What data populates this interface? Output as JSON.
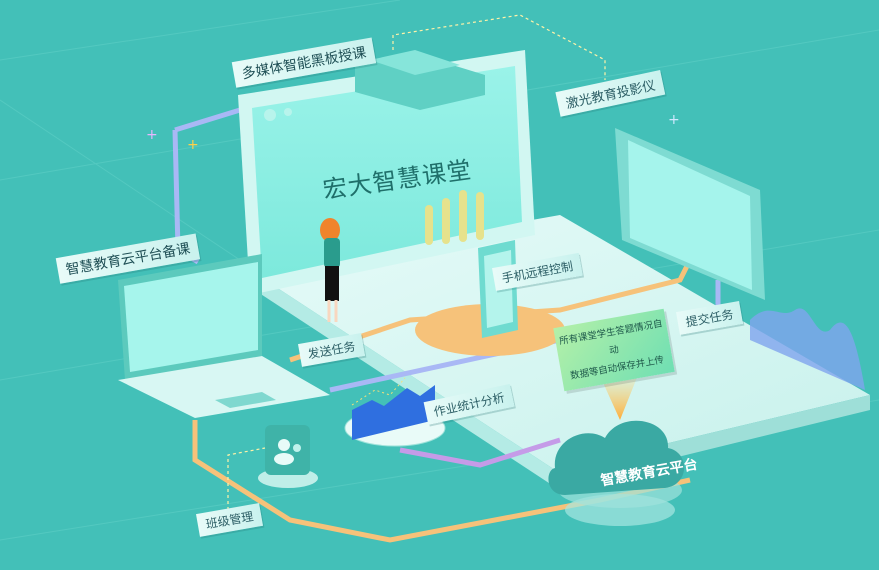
{
  "scene": {
    "title": "宏大智慧课堂",
    "background_color": "#43c0b8",
    "accent_colors": {
      "board_screen": "#8ff0e4",
      "path_orange": "#f6c27a",
      "path_blue": "#a9b8f5",
      "path_purple": "#c59be8",
      "cloud": "#3aa9a3",
      "chart_bar": "#2f6fe0"
    }
  },
  "labels": {
    "smart_blackboard": "多媒体智能黑板授课",
    "laser_projector": "激光教育投影仪",
    "cloud_prep": "智慧教育云平台备课",
    "phone_remote": "手机远程控制",
    "send_task": "发送任务",
    "submit_task": "提交任务",
    "homework_stats": "作业统计分析",
    "class_management": "班级管理",
    "cloud_platform": "智慧教育云平台",
    "auto_save_line1": "所有课堂学生答题情况自动",
    "auto_save_line2": "数据等自动保存并上传"
  },
  "icons": {
    "teacher": "teacher-figure-icon",
    "laptop": "laptop-icon",
    "tablet": "tablet-display-icon",
    "phone": "smartphone-icon",
    "projector": "projector-icon",
    "users": "user-group-icon",
    "cloud": "cloud-icon",
    "bar_chart": "bar-chart-icon"
  }
}
